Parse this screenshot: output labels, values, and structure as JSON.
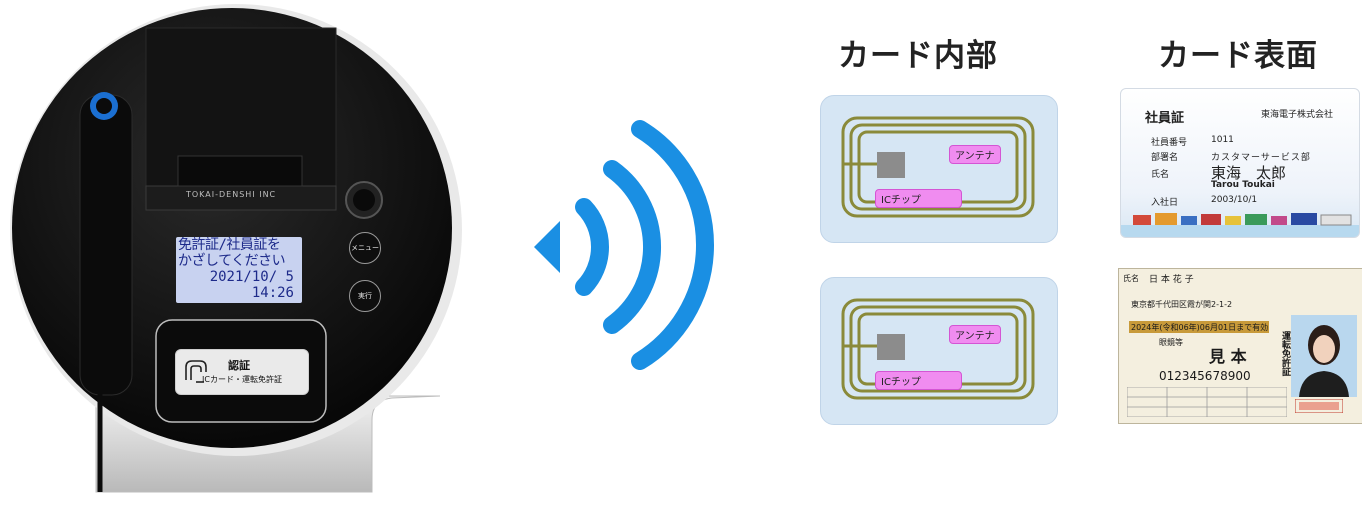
{
  "device": {
    "brand": "TOKAI-DENSHI INC",
    "lcd_lines": [
      "免許証/社員証を",
      "かざしてください",
      "2021/10/ 5",
      "14:26"
    ],
    "menu_button": "メニュー",
    "execute_button": "実行",
    "auth_title": "認証",
    "auth_subtitle": "ICカード・運転免許証"
  },
  "headings": {
    "card_inside": "カード内部",
    "card_surface": "カード表面"
  },
  "diagram": {
    "antenna_label": "アンテナ",
    "chip_label": "ICチップ"
  },
  "employee_card": {
    "title": "社員証",
    "company": "東海電子株式会社",
    "fields": [
      {
        "label": "社員番号",
        "value": "1011"
      },
      {
        "label": "部署名",
        "value": "カスタマーサービス部"
      },
      {
        "label": "氏名",
        "value": "東海　太郎"
      },
      {
        "label": "",
        "value": "Tarou Toukai"
      },
      {
        "label": "入社日",
        "value": "2003/10/1"
      }
    ]
  },
  "license": {
    "name_label": "氏名",
    "name_value": "日 本 花 子",
    "address": "東京都千代田区霞が関2-1-2",
    "expiry": "2024年(令和06年)06月01日まで有効",
    "type": "眼鏡等",
    "big_name": "見 本",
    "number": "012345678900",
    "side_text": "運転免許証",
    "colors": {
      "expiry_band": "#c89a3a"
    }
  },
  "colors": {
    "wifi": "#1a8fe3",
    "coil": "#8a8a3a",
    "tag": "#f08cf0"
  }
}
